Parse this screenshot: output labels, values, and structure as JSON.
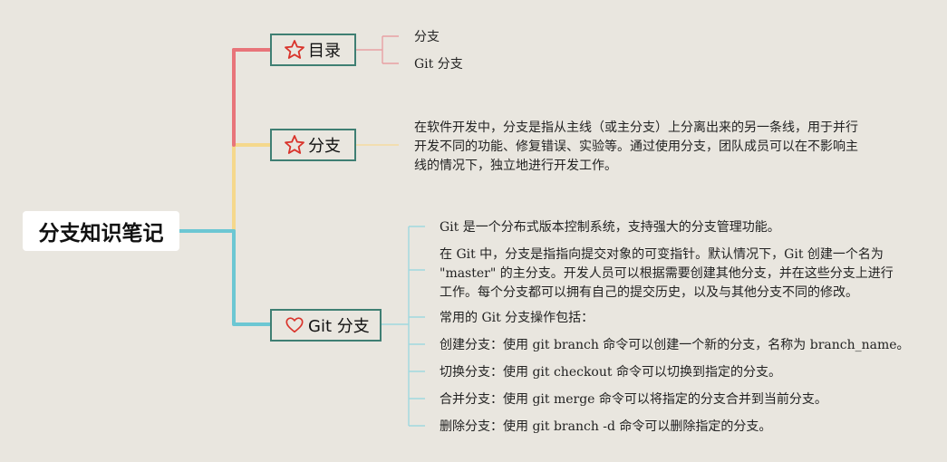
{
  "root": {
    "title": "分支知识笔记"
  },
  "topics": [
    {
      "id": "toc",
      "label": "目录",
      "icon": "star-icon",
      "color": "#e8747a",
      "items": [
        "分支",
        "Git 分支"
      ]
    },
    {
      "id": "branch",
      "label": "分支",
      "icon": "star-icon",
      "color": "#f5d88c",
      "description": [
        "在软件开发中，分支是指从主线（或主分支）上分离出来的另一条线，用于并行",
        "开发不同的功能、修复错误、实验等。通过使用分支，团队成员可以在不影响主",
        "线的情况下，独立地进行开发工作。"
      ]
    },
    {
      "id": "git-branch",
      "label": "Git 分支",
      "icon": "heart-icon",
      "color": "#6cc7d3",
      "items": [
        [
          "Git 是一个分布式版本控制系统，支持强大的分支管理功能。"
        ],
        [
          "在 Git 中，分支是指指向提交对象的可变指针。默认情况下，Git 创建一个名为",
          "\"master\" 的主分支。开发人员可以根据需要创建其他分支，并在这些分支上进行",
          "工作。每个分支都可以拥有自己的提交历史，以及与其他分支不同的修改。"
        ],
        [
          "常用的 Git 分支操作包括："
        ],
        [
          "创建分支：使用 git branch 命令可以创建一个新的分支，名称为 branch_name。"
        ],
        [
          "切换分支：使用 git checkout 命令可以切换到指定的分支。"
        ],
        [
          "合并分支：使用 git merge 命令可以将指定的分支合并到当前分支。"
        ],
        [
          "删除分支：使用 git branch -d 命令可以删除指定的分支。"
        ]
      ]
    }
  ],
  "colors": {
    "background": "#e9e6df",
    "topic_border": "#3f7f73",
    "icon_red": "#d9332b"
  }
}
